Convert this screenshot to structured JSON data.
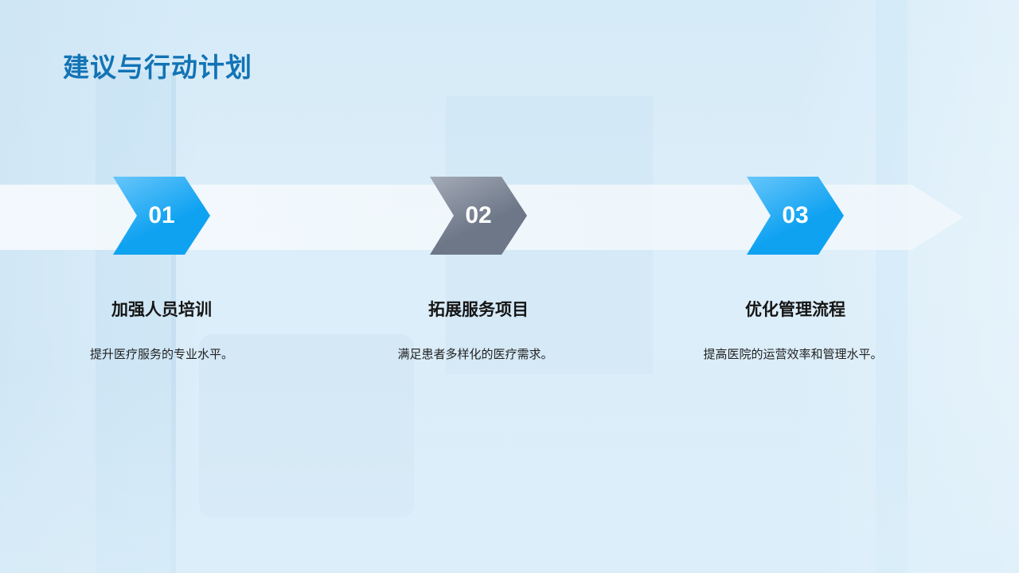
{
  "slide": {
    "title": "建议与行动计划"
  },
  "colors": {
    "title": "#1273b5",
    "chevron_blue_light": "#67c6fb",
    "chevron_blue_dark": "#0fa2f1",
    "chevron_gray_light": "#a4abb8",
    "chevron_gray_dark": "#6d7787",
    "band": "#f3f8fc"
  },
  "steps": [
    {
      "number": "01",
      "title": "加强人员培训",
      "description": "提升医疗服务的专业水平。",
      "style": "blue"
    },
    {
      "number": "02",
      "title": "拓展服务项目",
      "description": "满足患者多样化的医疗需求。",
      "style": "gray"
    },
    {
      "number": "03",
      "title": "优化管理流程",
      "description": "提高医院的运营效率和管理水平。",
      "style": "blue"
    }
  ]
}
